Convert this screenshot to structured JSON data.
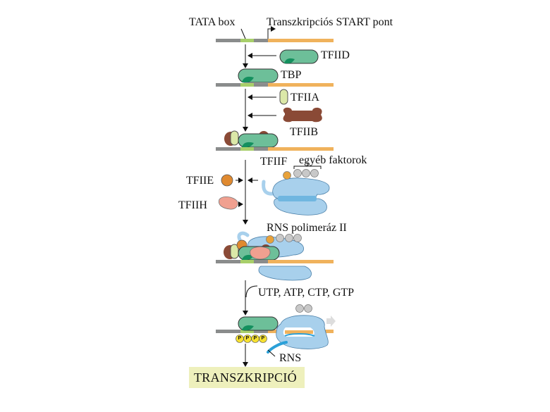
{
  "labels": {
    "tata_box": "TATA box",
    "start_point": "Transzkripciós START pont",
    "tfiid": "TFIID",
    "tbp": "TBP",
    "tfiia": "TFIIA",
    "tfiib": "TFIIB",
    "tfiif": "TFIIF",
    "other_factors": "egyéb faktorok",
    "tfiie": "TFIIE",
    "tfiih": "TFIIH",
    "rna_polymerase": "RNS polimeráz II",
    "nucleotides": "UTP, ATP, CTP, GTP",
    "phosphate": "P",
    "rna": "RNS",
    "result": "TRANSZKRIPCIÓ"
  },
  "colors": {
    "dna_upstream": "#8a8c8c",
    "tata_segment": "#a8cf6a",
    "dna_transcribed": "#f0b25c",
    "tfiid": "#6dbf99",
    "tbp_core": "#14905e",
    "tfiia": "#dbe8a8",
    "tfiib": "#8a4a36",
    "tfiif": "#e8a23a",
    "tfiie": "#e08a30",
    "tfiih": "#f0a090",
    "polymerase": "#a8d0ec",
    "polymerase_dark": "#70b6e0",
    "other_factors": "#c8c8c8",
    "phosphate": "#f6e030",
    "rna": "#2aa0d8",
    "result_box": "#eef0bc"
  }
}
